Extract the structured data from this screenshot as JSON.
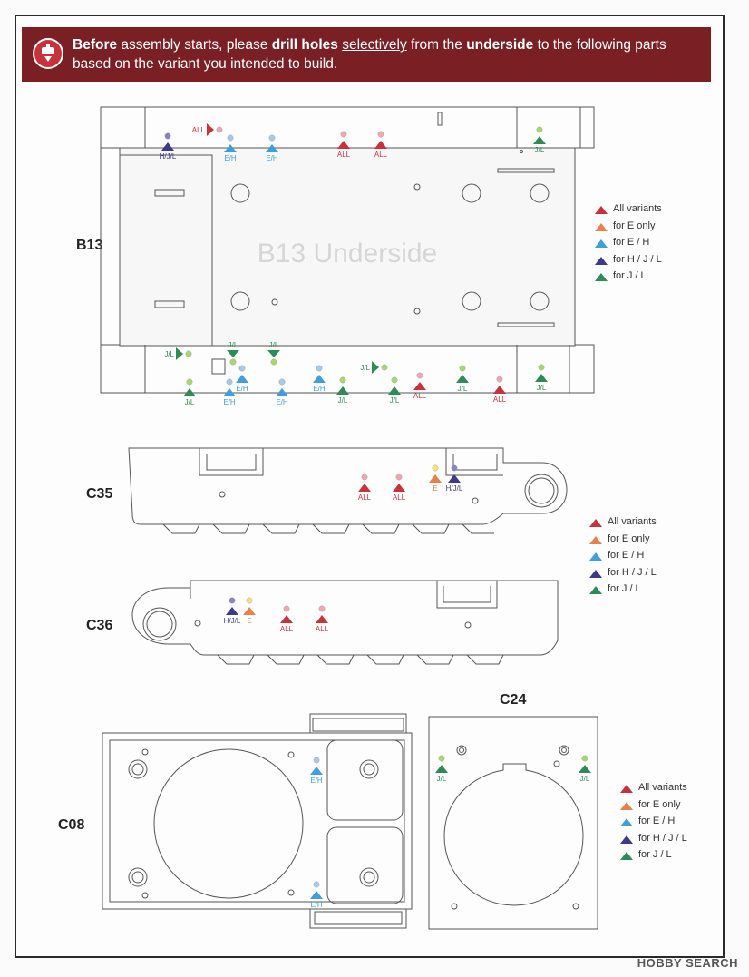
{
  "banner": {
    "w1": "Before",
    "w2": " assembly starts, please ",
    "w3": "drill holes",
    "w4": " ",
    "w5": "selectively",
    "w6": " from the ",
    "w7": "underside",
    "w8": " to the following parts based on the variant you intended to build."
  },
  "parts": {
    "b13": "B13",
    "b13_center": "B13 Underside",
    "c35": "C35",
    "c36": "C36",
    "c08": "C08",
    "c24": "C24"
  },
  "legend": {
    "all": "All variants",
    "e": "for E only",
    "eh": "for E / H",
    "hjl": "for H / J / L",
    "jl": "for J / L"
  },
  "colors": {
    "all": "#c8323a",
    "e": "#e8804a",
    "eh": "#3f9fdc",
    "hjl": "#3d3a8c",
    "jl": "#2e8b57",
    "dot_all": "#f2a5b2",
    "dot_e": "#f5e27a",
    "dot_eh": "#a9c8ea",
    "dot_hjl": "#8a82c6",
    "dot_jl": "#a9d86a"
  },
  "marker_labels": {
    "all": "ALL",
    "e": "E",
    "eh": "E/H",
    "hjl": "H/J/L",
    "jl": "J/L"
  },
  "watermark": "HOBBY SEARCH"
}
